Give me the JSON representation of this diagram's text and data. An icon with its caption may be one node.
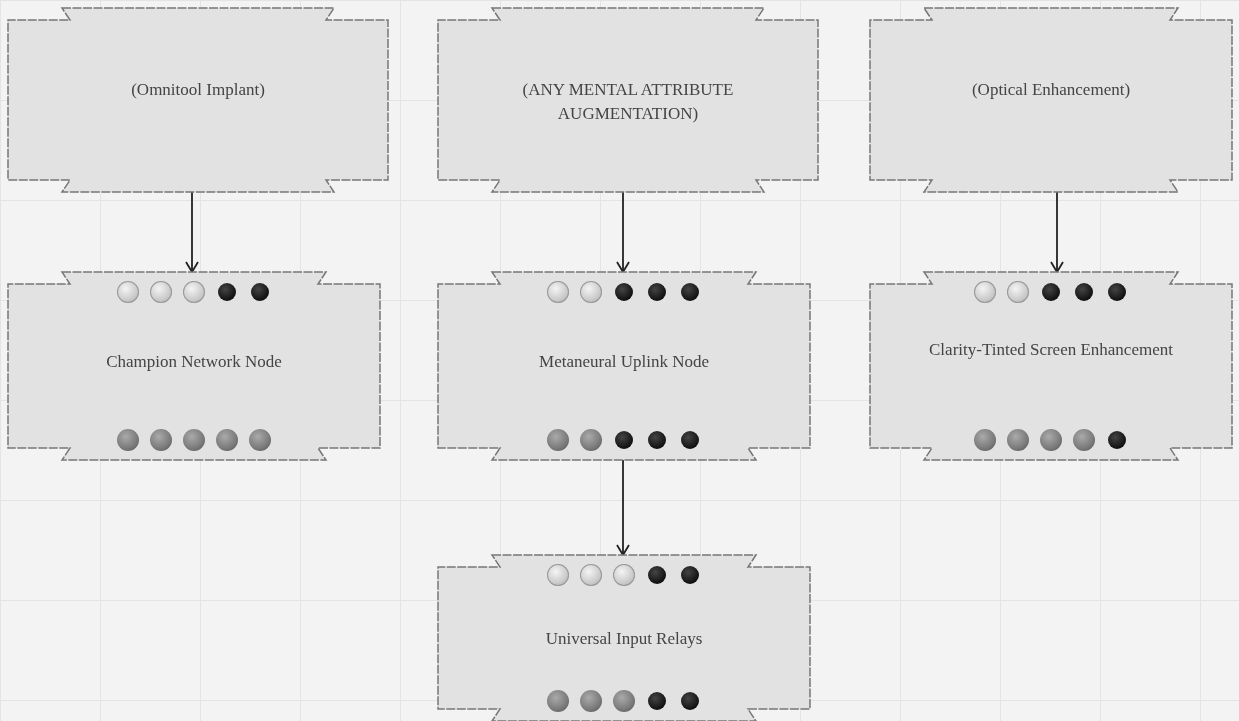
{
  "diagram": {
    "nodes": [
      {
        "text": [
          "(Omnitool Implant)"
        ]
      },
      {
        "text": [
          "(ANY MENTAL ATTRIBUTE AUGMENTATION)"
        ]
      },
      {
        "text": [
          "(Optical Enhancement)"
        ]
      },
      {
        "text": [
          "Champion Network Node"
        ]
      },
      {
        "text": [
          "Metaneural Uplink Node"
        ]
      },
      {
        "text": [
          "Clarity-Tinted Screen Enhancement"
        ]
      },
      {
        "text": [
          "Universal Input Relays"
        ]
      }
    ],
    "edges": [
      {
        "from": 0,
        "to": 3,
        "arrow": "to"
      },
      {
        "from": 1,
        "to": 4,
        "arrow": "to"
      },
      {
        "from": 2,
        "to": 5,
        "arrow": "to"
      },
      {
        "from": 4,
        "to": 6,
        "arrow": "to"
      }
    ]
  }
}
